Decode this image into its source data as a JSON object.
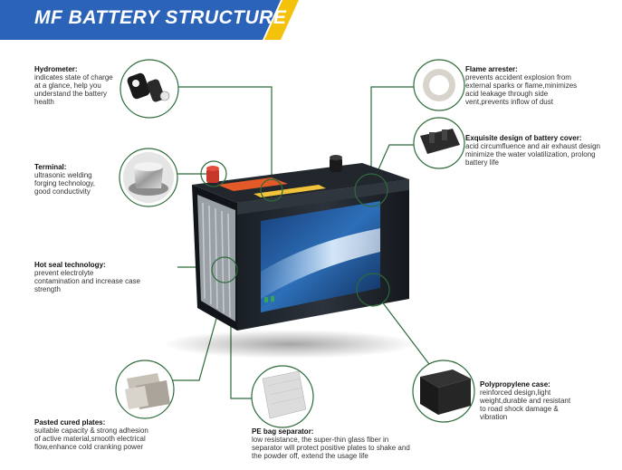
{
  "header": {
    "title": "MF BATTERY STRUCTURE",
    "colors": {
      "blue": "#2a63b8",
      "yellow": "#f4c20d",
      "line": "#2e6b3a"
    }
  },
  "components": {
    "hydrometer": {
      "title": "Hydrometer:",
      "lines": [
        "indicates state of charge",
        "at a glance,  help you",
        "understand the battery",
        "health"
      ]
    },
    "terminal": {
      "title": "Terminal:",
      "lines": [
        "ultrasonic welding",
        "forging technology,",
        "good conductivity"
      ]
    },
    "hot_seal": {
      "title": "Hot seal technology:",
      "lines": [
        "prevent electrolyte",
        "contamination and increase case",
        "strength"
      ]
    },
    "pasted_plates": {
      "title": "Pasted cured plates:",
      "lines": [
        "suitable capacity & strong adhesion",
        "of active material,smooth electrical",
        "flow,enhance cold cranking power"
      ]
    },
    "pe_separator": {
      "title": "PE bag separator:",
      "lines": [
        "low resistance, the super-thin glass fiber in",
        "separator will protect positive plates to shake and",
        "the powder off, extend the usage life"
      ]
    },
    "flame_arrester": {
      "title": "Flame arrester:",
      "lines": [
        "prevents accident explosion from",
        "external sparks or flame,minimizes",
        "acid leakage through side",
        "vent,prevents inflow of dust"
      ]
    },
    "battery_cover": {
      "title": "Exquisite design of  battery cover:",
      "lines": [
        "acid circumfluence and air exhaust design",
        "minimize the water volatilization, prolong",
        "battery life"
      ]
    },
    "polypropylene_case": {
      "title": "Polypropylene case:",
      "lines": [
        "reinforced design,light",
        "weight,durable and resistant",
        "to road shock damage &",
        "vibration"
      ]
    }
  }
}
